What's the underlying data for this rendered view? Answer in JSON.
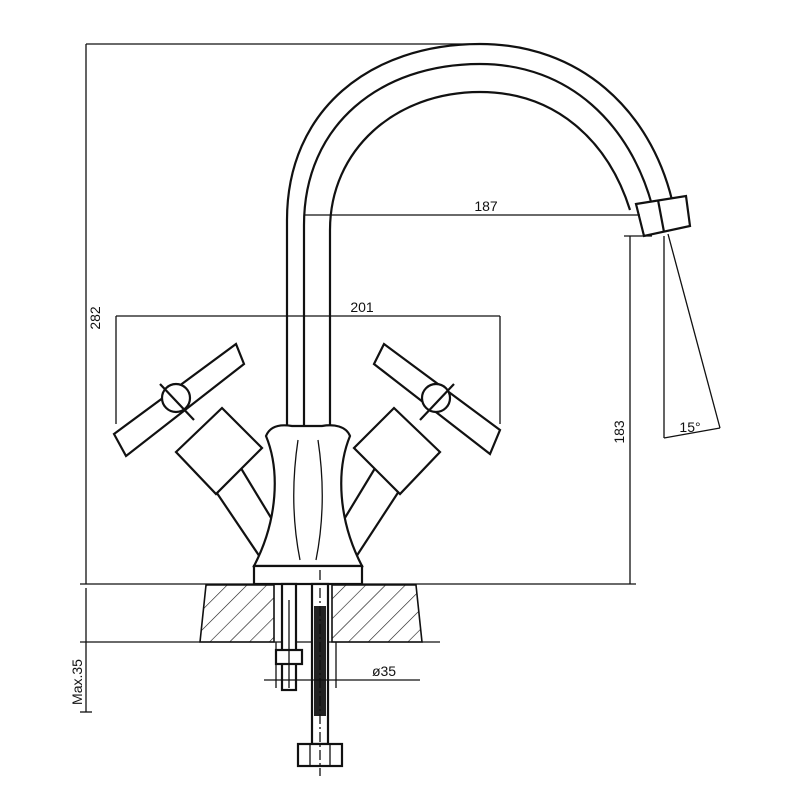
{
  "dimensions": {
    "overall_height": "282",
    "spout_reach": "187",
    "handle_span": "201",
    "spout_height": "183",
    "spout_angle": "15°",
    "max_deck_thickness": "Max.35",
    "hole_diameter": "ø35"
  }
}
